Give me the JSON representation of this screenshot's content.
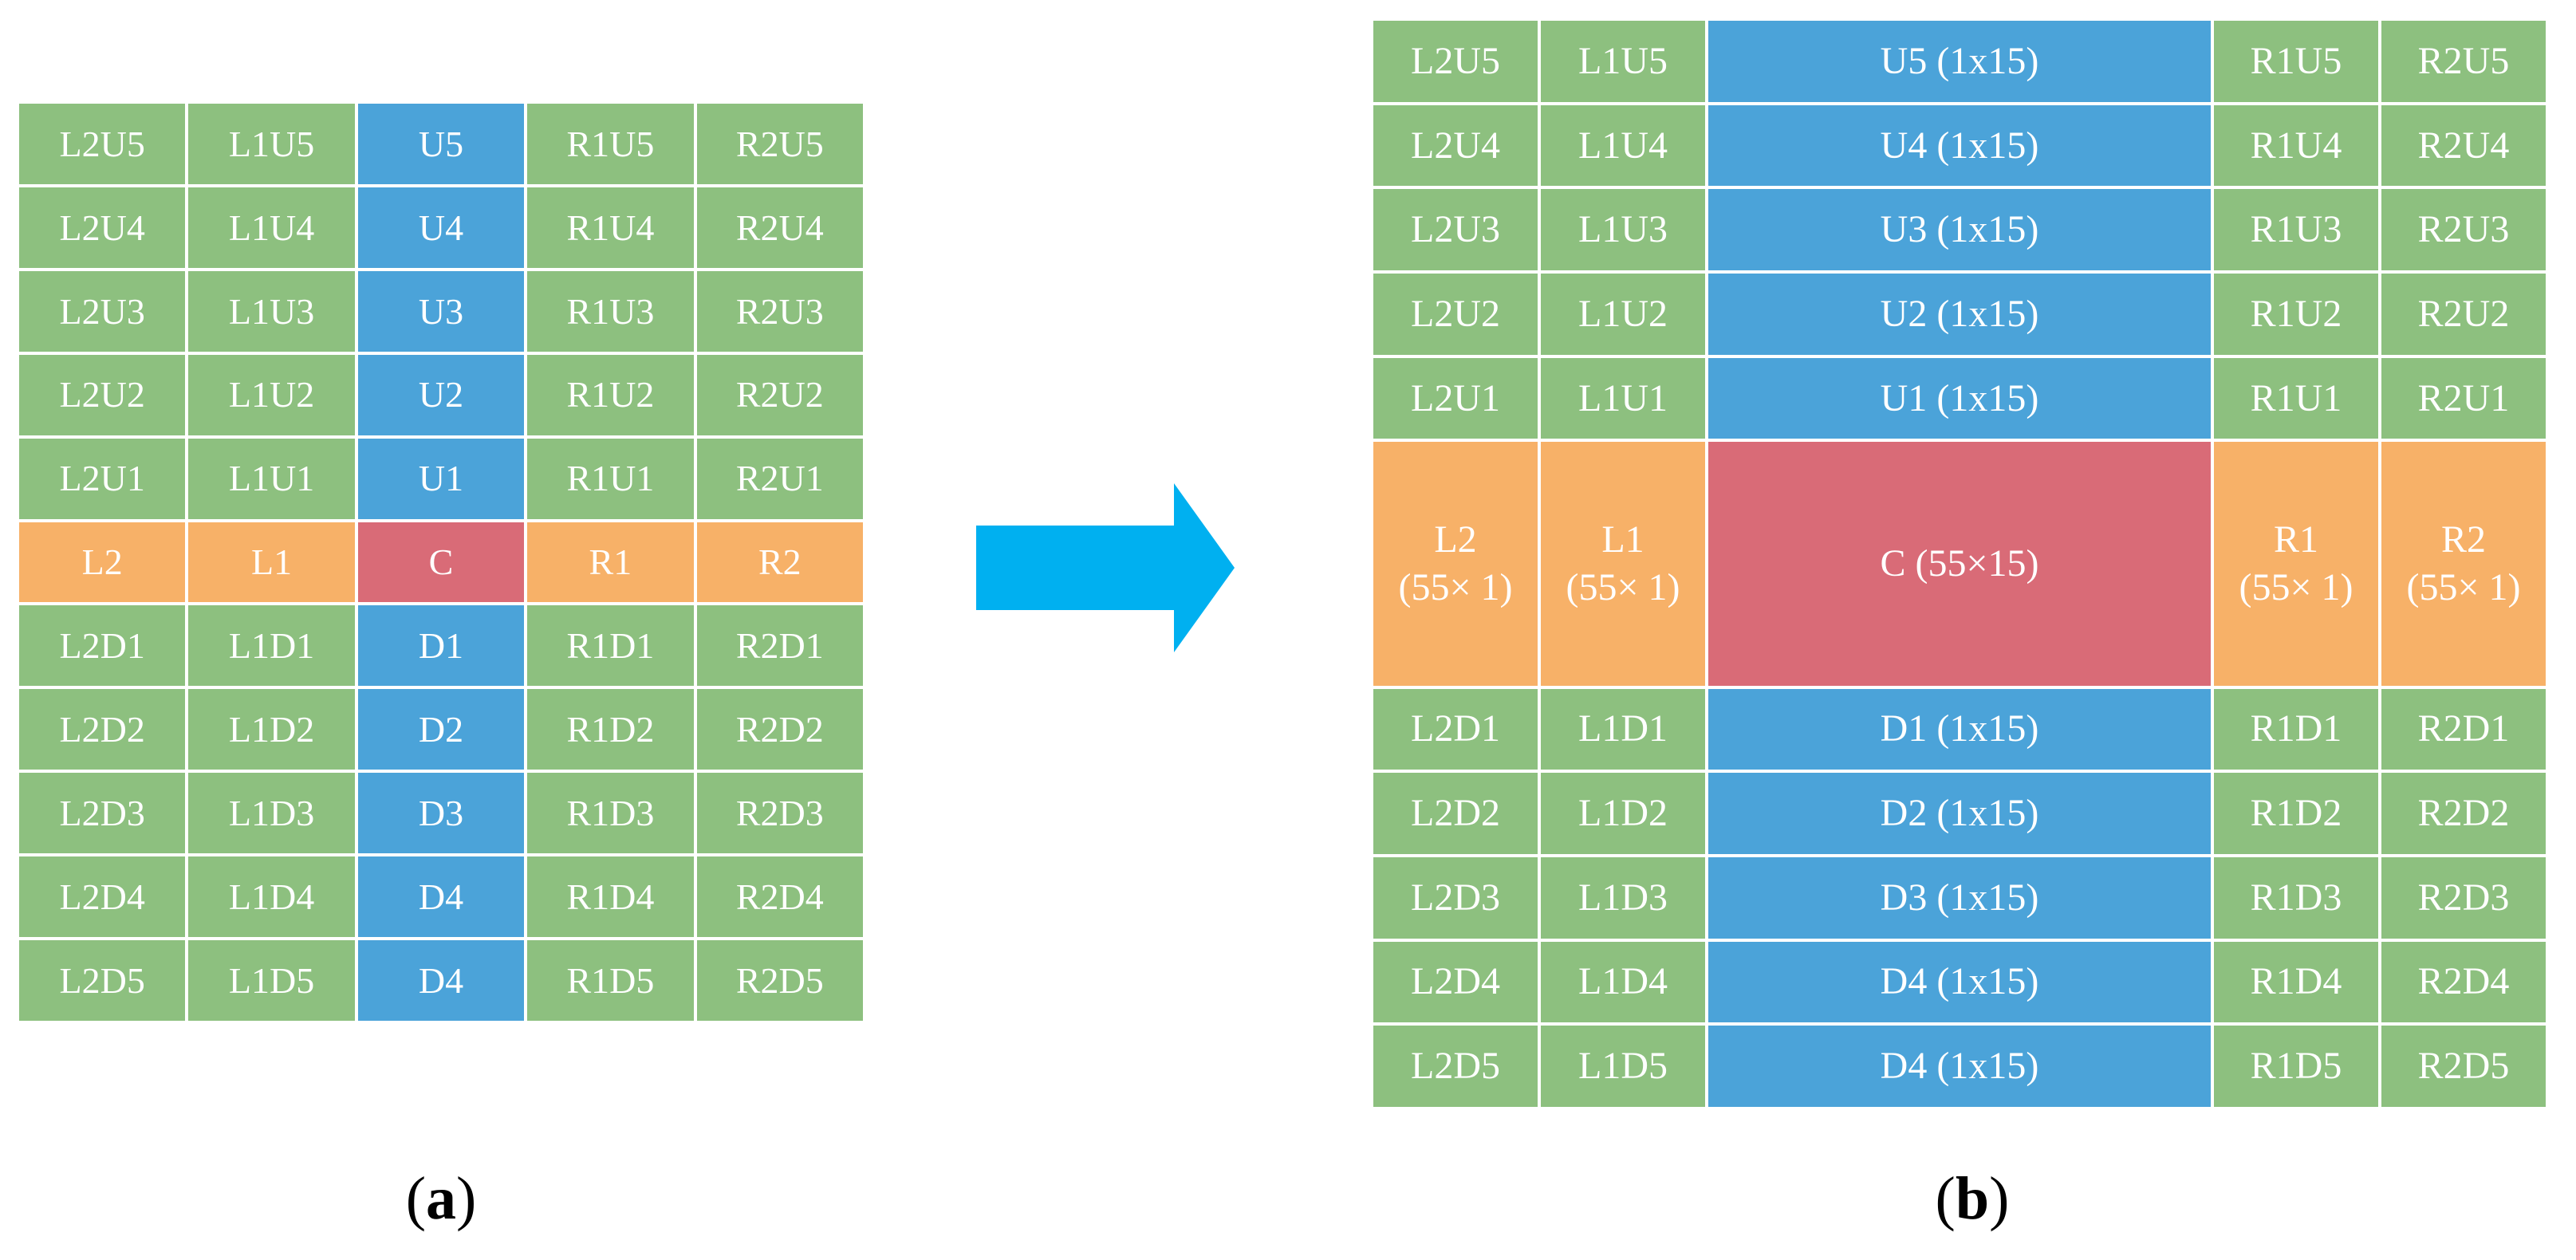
{
  "colors": {
    "green": "#8dc07f",
    "blue": "#4ba3d9",
    "orange": "#f7b168",
    "red": "#d96b77",
    "arrow": "#00b0f0"
  },
  "panel_a": {
    "caption_letter": "a",
    "rows": [
      [
        {
          "label": "L2U5",
          "color": "green"
        },
        {
          "label": "L1U5",
          "color": "green"
        },
        {
          "label": "U5",
          "color": "blue"
        },
        {
          "label": "R1U5",
          "color": "green"
        },
        {
          "label": "R2U5",
          "color": "green"
        }
      ],
      [
        {
          "label": "L2U4",
          "color": "green"
        },
        {
          "label": "L1U4",
          "color": "green"
        },
        {
          "label": "U4",
          "color": "blue"
        },
        {
          "label": "R1U4",
          "color": "green"
        },
        {
          "label": "R2U4",
          "color": "green"
        }
      ],
      [
        {
          "label": "L2U3",
          "color": "green"
        },
        {
          "label": "L1U3",
          "color": "green"
        },
        {
          "label": "U3",
          "color": "blue"
        },
        {
          "label": "R1U3",
          "color": "green"
        },
        {
          "label": "R2U3",
          "color": "green"
        }
      ],
      [
        {
          "label": "L2U2",
          "color": "green"
        },
        {
          "label": "L1U2",
          "color": "green"
        },
        {
          "label": "U2",
          "color": "blue"
        },
        {
          "label": "R1U2",
          "color": "green"
        },
        {
          "label": "R2U2",
          "color": "green"
        }
      ],
      [
        {
          "label": "L2U1",
          "color": "green"
        },
        {
          "label": "L1U1",
          "color": "green"
        },
        {
          "label": "U1",
          "color": "blue"
        },
        {
          "label": "R1U1",
          "color": "green"
        },
        {
          "label": "R2U1",
          "color": "green"
        }
      ],
      [
        {
          "label": "L2",
          "color": "orange"
        },
        {
          "label": "L1",
          "color": "orange"
        },
        {
          "label": "C",
          "color": "red"
        },
        {
          "label": "R1",
          "color": "orange"
        },
        {
          "label": "R2",
          "color": "orange"
        }
      ],
      [
        {
          "label": "L2D1",
          "color": "green"
        },
        {
          "label": "L1D1",
          "color": "green"
        },
        {
          "label": "D1",
          "color": "blue"
        },
        {
          "label": "R1D1",
          "color": "green"
        },
        {
          "label": "R2D1",
          "color": "green"
        }
      ],
      [
        {
          "label": "L2D2",
          "color": "green"
        },
        {
          "label": "L1D2",
          "color": "green"
        },
        {
          "label": "D2",
          "color": "blue"
        },
        {
          "label": "R1D2",
          "color": "green"
        },
        {
          "label": "R2D2",
          "color": "green"
        }
      ],
      [
        {
          "label": "L2D3",
          "color": "green"
        },
        {
          "label": "L1D3",
          "color": "green"
        },
        {
          "label": "D3",
          "color": "blue"
        },
        {
          "label": "R1D3",
          "color": "green"
        },
        {
          "label": "R2D3",
          "color": "green"
        }
      ],
      [
        {
          "label": "L2D4",
          "color": "green"
        },
        {
          "label": "L1D4",
          "color": "green"
        },
        {
          "label": "D4",
          "color": "blue"
        },
        {
          "label": "R1D4",
          "color": "green"
        },
        {
          "label": "R2D4",
          "color": "green"
        }
      ],
      [
        {
          "label": "L2D5",
          "color": "green"
        },
        {
          "label": "L1D5",
          "color": "green"
        },
        {
          "label": "D4",
          "color": "blue"
        },
        {
          "label": "R1D5",
          "color": "green"
        },
        {
          "label": "R2D5",
          "color": "green"
        }
      ]
    ]
  },
  "panel_b": {
    "caption_letter": "b",
    "rows": [
      [
        {
          "label": "L2U5",
          "color": "green"
        },
        {
          "label": "L1U5",
          "color": "green"
        },
        {
          "label": "U5 (1x15)",
          "color": "blue"
        },
        {
          "label": "R1U5",
          "color": "green"
        },
        {
          "label": "R2U5",
          "color": "green"
        }
      ],
      [
        {
          "label": "L2U4",
          "color": "green"
        },
        {
          "label": "L1U4",
          "color": "green"
        },
        {
          "label": "U4 (1x15)",
          "color": "blue"
        },
        {
          "label": "R1U4",
          "color": "green"
        },
        {
          "label": "R2U4",
          "color": "green"
        }
      ],
      [
        {
          "label": "L2U3",
          "color": "green"
        },
        {
          "label": "L1U3",
          "color": "green"
        },
        {
          "label": "U3 (1x15)",
          "color": "blue"
        },
        {
          "label": "R1U3",
          "color": "green"
        },
        {
          "label": "R2U3",
          "color": "green"
        }
      ],
      [
        {
          "label": "L2U2",
          "color": "green"
        },
        {
          "label": "L1U2",
          "color": "green"
        },
        {
          "label": "U2 (1x15)",
          "color": "blue"
        },
        {
          "label": "R1U2",
          "color": "green"
        },
        {
          "label": "R2U2",
          "color": "green"
        }
      ],
      [
        {
          "label": "L2U1",
          "color": "green"
        },
        {
          "label": "L1U1",
          "color": "green"
        },
        {
          "label": "U1 (1x15)",
          "color": "blue"
        },
        {
          "label": "R1U1",
          "color": "green"
        },
        {
          "label": "R2U1",
          "color": "green"
        }
      ],
      [
        {
          "label": "L2\n(55× 1)",
          "color": "orange"
        },
        {
          "label": "L1\n(55× 1)",
          "color": "orange"
        },
        {
          "label": "C (55×15)",
          "color": "red"
        },
        {
          "label": "R1\n(55× 1)",
          "color": "orange"
        },
        {
          "label": "R2\n(55× 1)",
          "color": "orange"
        }
      ],
      [
        {
          "label": "L2D1",
          "color": "green"
        },
        {
          "label": "L1D1",
          "color": "green"
        },
        {
          "label": "D1 (1x15)",
          "color": "blue"
        },
        {
          "label": "R1D1",
          "color": "green"
        },
        {
          "label": "R2D1",
          "color": "green"
        }
      ],
      [
        {
          "label": "L2D2",
          "color": "green"
        },
        {
          "label": "L1D2",
          "color": "green"
        },
        {
          "label": "D2 (1x15)",
          "color": "blue"
        },
        {
          "label": "R1D2",
          "color": "green"
        },
        {
          "label": "R2D2",
          "color": "green"
        }
      ],
      [
        {
          "label": "L2D3",
          "color": "green"
        },
        {
          "label": "L1D3",
          "color": "green"
        },
        {
          "label": "D3 (1x15)",
          "color": "blue"
        },
        {
          "label": "R1D3",
          "color": "green"
        },
        {
          "label": "R2D3",
          "color": "green"
        }
      ],
      [
        {
          "label": "L2D4",
          "color": "green"
        },
        {
          "label": "L1D4",
          "color": "green"
        },
        {
          "label": "D4 (1x15)",
          "color": "blue"
        },
        {
          "label": "R1D4",
          "color": "green"
        },
        {
          "label": "R2D4",
          "color": "green"
        }
      ],
      [
        {
          "label": "L2D5",
          "color": "green"
        },
        {
          "label": "L1D5",
          "color": "green"
        },
        {
          "label": "D4 (1x15)",
          "color": "blue"
        },
        {
          "label": "R1D5",
          "color": "green"
        },
        {
          "label": "R2D5",
          "color": "green"
        }
      ]
    ]
  }
}
